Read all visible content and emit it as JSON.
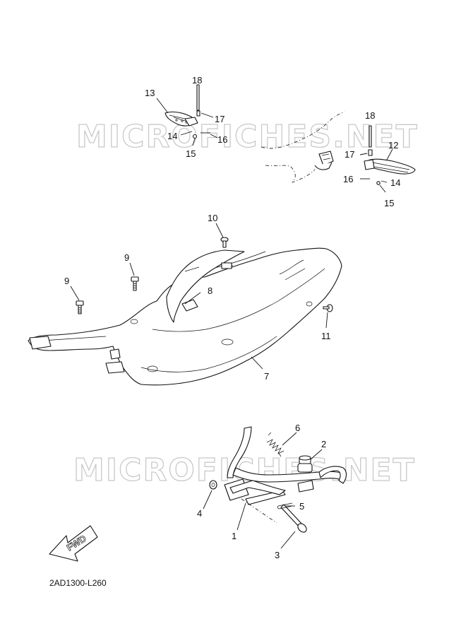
{
  "watermarks": [
    "MICROFICHES.NET",
    "MICROFICHES.NET"
  ],
  "fwd_label": "FWD",
  "diagram_code": "2AD1300-L260",
  "labels": {
    "n1": "1",
    "n2": "2",
    "n3": "3",
    "n4": "4",
    "n5": "5",
    "n6": "6",
    "n7": "7",
    "n8": "8",
    "n9a": "9",
    "n9b": "9",
    "n10": "10",
    "n11": "11",
    "n12": "12",
    "n13": "13",
    "n14a": "14",
    "n14b": "14",
    "n15a": "15",
    "n15b": "15",
    "n16a": "16",
    "n16b": "16",
    "n17a": "17",
    "n17b": "17",
    "n18a": "18",
    "n18b": "18"
  }
}
